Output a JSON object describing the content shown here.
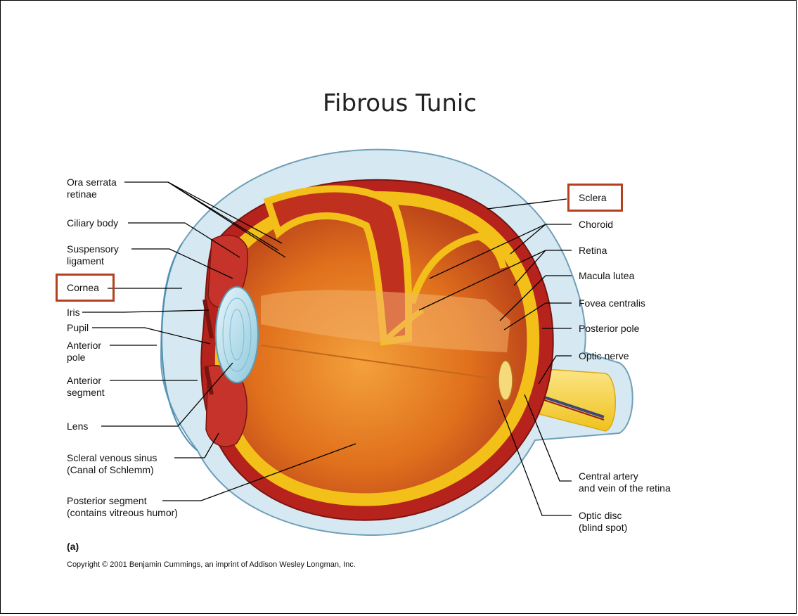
{
  "title": "Fibrous Tunic",
  "labels_left": {
    "ora_serrata_1": "Ora serrata",
    "ora_serrata_2": "retinae",
    "ciliary_body": "Ciliary body",
    "suspensory_1": "Suspensory",
    "suspensory_2": "ligament",
    "cornea": "Cornea",
    "iris": "Iris",
    "pupil": "Pupil",
    "anterior_pole_1": "Anterior",
    "anterior_pole_2": "pole",
    "anterior_segment_1": "Anterior",
    "anterior_segment_2": "segment",
    "lens": "Lens",
    "scleral_sinus_1": "Scleral venous sinus",
    "scleral_sinus_2": "(Canal of Schlemm)",
    "posterior_segment_1": "Posterior segment",
    "posterior_segment_2": "(contains vitreous humor)"
  },
  "labels_right": {
    "sclera": "Sclera",
    "choroid": "Choroid",
    "retina": "Retina",
    "macula_lutea": "Macula lutea",
    "fovea_centralis": "Fovea centralis",
    "posterior_pole": "Posterior pole",
    "optic_nerve": "Optic nerve",
    "central_artery_1": "Central artery",
    "central_artery_2": "and vein of the retina",
    "optic_disc_1": "Optic disc",
    "optic_disc_2": "(blind spot)"
  },
  "panel_letter": "(a)",
  "copyright": "Copyright © 2001 Benjamin Cummings, an imprint of Addison Wesley Longman, Inc.",
  "highlight_color": "#b3411e",
  "colors": {
    "sclera_fill": "#cfe3ee",
    "choroid": "#b5231c",
    "retina": "#f2c019",
    "vitreous": "#e6771e",
    "lens": "#b8e0ef",
    "optic_nerve": "#f7d33a"
  }
}
